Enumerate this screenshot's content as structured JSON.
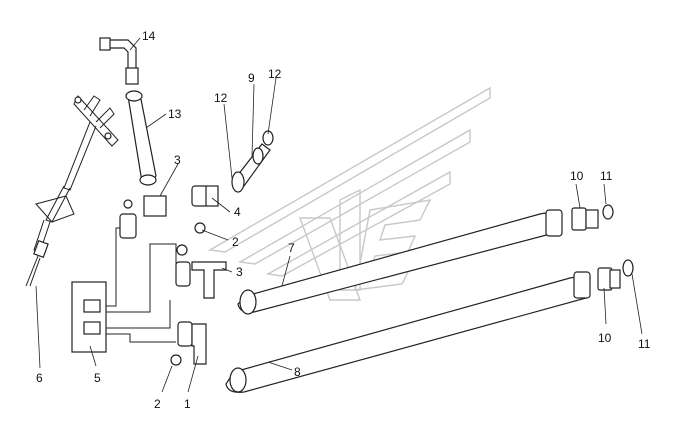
{
  "diagram": {
    "callouts": [
      {
        "id": "c1",
        "text": "1"
      },
      {
        "id": "c2a",
        "text": "2"
      },
      {
        "id": "c2b",
        "text": "2"
      },
      {
        "id": "c3a",
        "text": "3"
      },
      {
        "id": "c3b",
        "text": "3"
      },
      {
        "id": "c4",
        "text": "4"
      },
      {
        "id": "c5",
        "text": "5"
      },
      {
        "id": "c6",
        "text": "6"
      },
      {
        "id": "c7",
        "text": "7"
      },
      {
        "id": "c8",
        "text": "8"
      },
      {
        "id": "c9",
        "text": "9"
      },
      {
        "id": "c10a",
        "text": "10"
      },
      {
        "id": "c10b",
        "text": "10"
      },
      {
        "id": "c11a",
        "text": "11"
      },
      {
        "id": "c11b",
        "text": "11"
      },
      {
        "id": "c12a",
        "text": "12"
      },
      {
        "id": "c12b",
        "text": "12"
      },
      {
        "id": "c13",
        "text": "13"
      },
      {
        "id": "c14",
        "text": "14"
      }
    ]
  }
}
